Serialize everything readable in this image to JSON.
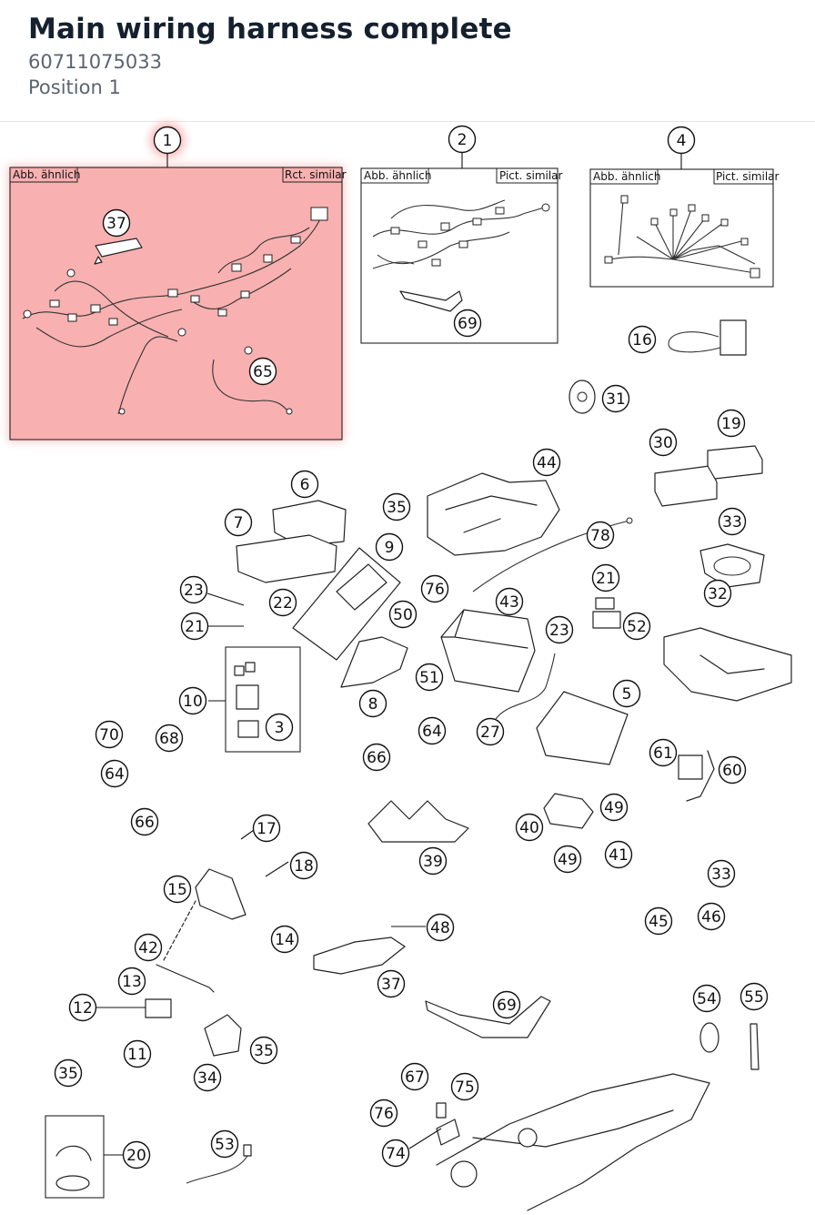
{
  "header": {
    "title": "Main wiring harness complete",
    "part_number": "60711075033",
    "position": "Position 1"
  },
  "box_labels": {
    "de": "Abb. ähnlich",
    "en_box1": "Rct. similar",
    "en_box2": "Pict. similar",
    "en_box4": "Pict. similar"
  },
  "highlight_color": "#f7a3a3",
  "callouts": [
    "1",
    "2",
    "4",
    "37",
    "69",
    "65",
    "16",
    "31",
    "30",
    "19",
    "44",
    "6",
    "7",
    "35",
    "78",
    "9",
    "33",
    "32",
    "23",
    "21",
    "22",
    "50",
    "76",
    "43",
    "21",
    "52",
    "23",
    "51",
    "10",
    "8",
    "5",
    "70",
    "68",
    "3",
    "64",
    "66",
    "27",
    "61",
    "60",
    "64",
    "66",
    "40",
    "49",
    "41",
    "49",
    "39",
    "17",
    "18",
    "15",
    "33",
    "45",
    "46",
    "14",
    "48",
    "42",
    "13",
    "37",
    "12",
    "69",
    "54",
    "55",
    "11",
    "35",
    "34",
    "67",
    "75",
    "35",
    "76",
    "20",
    "74",
    "53"
  ]
}
